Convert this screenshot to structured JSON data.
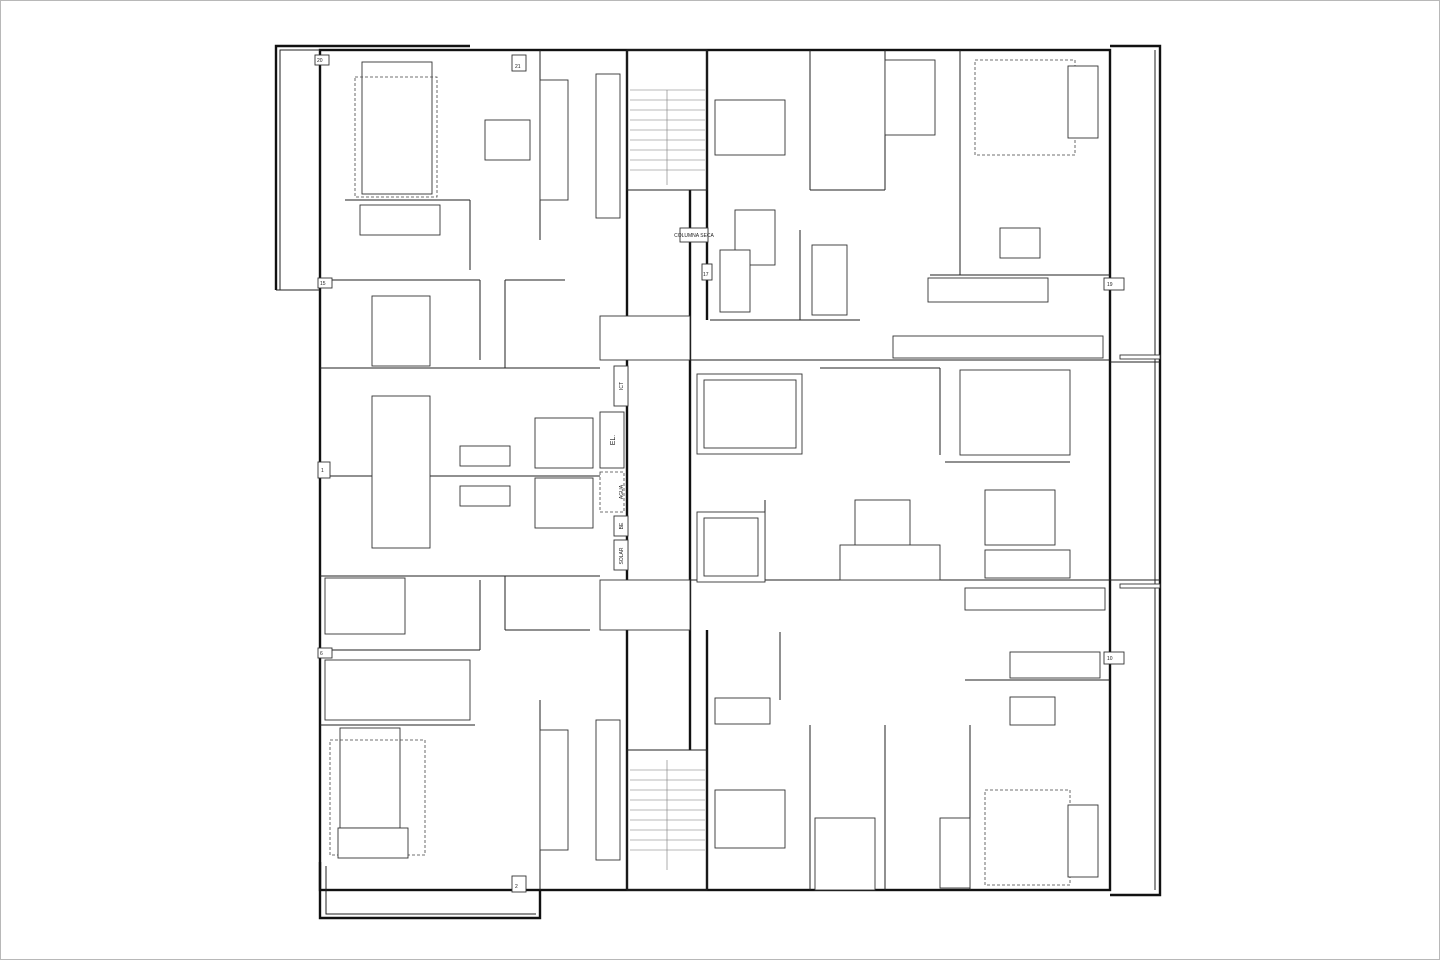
{
  "plan": {
    "labels": {
      "ict": "ICT",
      "elevator": "EL.",
      "water": "AGUA",
      "be": "BE",
      "solar": "SOLAR",
      "dry_riser": "COLUMNA SECA"
    },
    "column_marks": [
      "20",
      "21",
      "17",
      "15",
      "1",
      "6",
      "2",
      "19",
      "10"
    ]
  }
}
